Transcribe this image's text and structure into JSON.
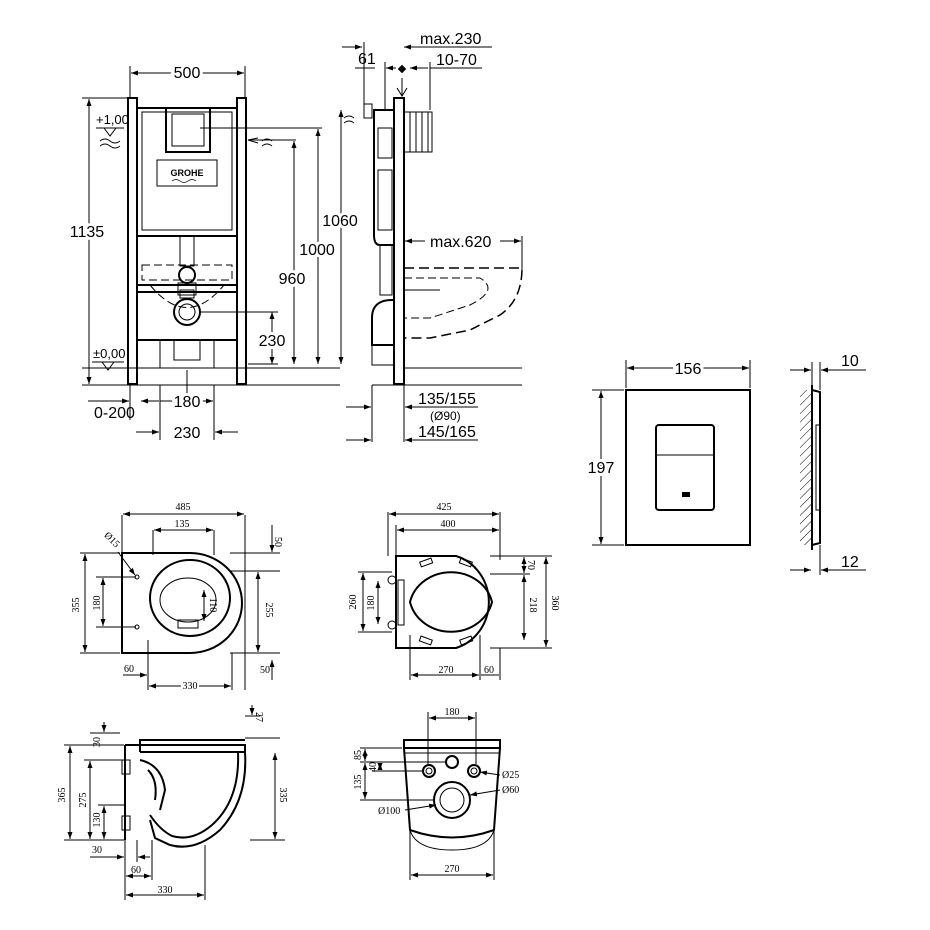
{
  "logo": {
    "brand": "GROHE"
  },
  "frame_front": {
    "width": "500",
    "height_total": "1135",
    "level_top": "+1,00",
    "level_floor": "±0,00",
    "h_1060": "1060",
    "h_1000": "1000",
    "h_960": "960",
    "h_230": "230",
    "offset": "0-200",
    "w_180": "180",
    "w_230": "230"
  },
  "frame_side": {
    "max230": "max.230",
    "d61": "61",
    "d10_70": "10-70",
    "max620": "max.620",
    "d135_155": "135/155",
    "d90": "(Ø90)",
    "d145_165": "145/165"
  },
  "plate": {
    "width": "156",
    "height": "197",
    "depth_top": "10",
    "depth_bottom": "12"
  },
  "bowl_top": {
    "w485": "485",
    "w135": "135",
    "d15": "Ø15",
    "h50a": "50",
    "h355": "355",
    "h180": "180",
    "h110": "110",
    "h255": "255",
    "w60": "60",
    "w330": "330",
    "h50b": "50"
  },
  "seat_top": {
    "w425": "425",
    "w400": "400",
    "h260": "260",
    "h180": "180",
    "h70": "70",
    "h218": "218",
    "h360": "360",
    "w270": "270",
    "w60": "60"
  },
  "bowl_side": {
    "h27": "27",
    "h30a": "30",
    "h365": "365",
    "h275": "275",
    "h130": "130",
    "h335": "335",
    "w30": "30",
    "w60": "60",
    "w330": "330"
  },
  "bowl_back": {
    "w180": "180",
    "h85": "85",
    "h40": "40",
    "h135": "135",
    "d25": "Ø25",
    "d60": "Ø60",
    "d100": "Ø100",
    "w270": "270"
  }
}
